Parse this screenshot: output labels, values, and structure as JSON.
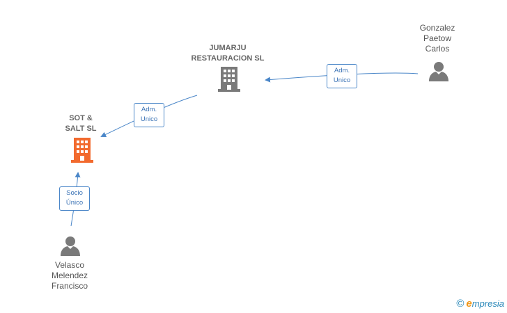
{
  "colors": {
    "edge": "#4a86c8",
    "company_highlight": "#f26a2e",
    "company": "#7a7a7a",
    "person": "#7a7a7a"
  },
  "nodes": {
    "sot": {
      "line1": "SOT &",
      "line2": "SALT  SL",
      "icon": "building-icon"
    },
    "jumarju": {
      "line1": "JUMARJU",
      "line2": "RESTAURACION SL",
      "icon": "building-icon"
    },
    "gonzalez": {
      "line1": "Gonzalez",
      "line2": "Paetow",
      "line3": "Carlos",
      "icon": "person-icon"
    },
    "velasco": {
      "line1": "Velasco",
      "line2": "Melendez",
      "line3": "Francisco",
      "icon": "person-icon"
    }
  },
  "edges": {
    "gonzalez_jumarju": {
      "line1": "Adm.",
      "line2": "Unico"
    },
    "jumarju_sot": {
      "line1": "Adm.",
      "line2": "Unico"
    },
    "velasco_sot": {
      "line1": "Socio",
      "line2": "Único"
    }
  },
  "brand": {
    "copyright": "©",
    "e": "e",
    "name": "mpresia"
  }
}
